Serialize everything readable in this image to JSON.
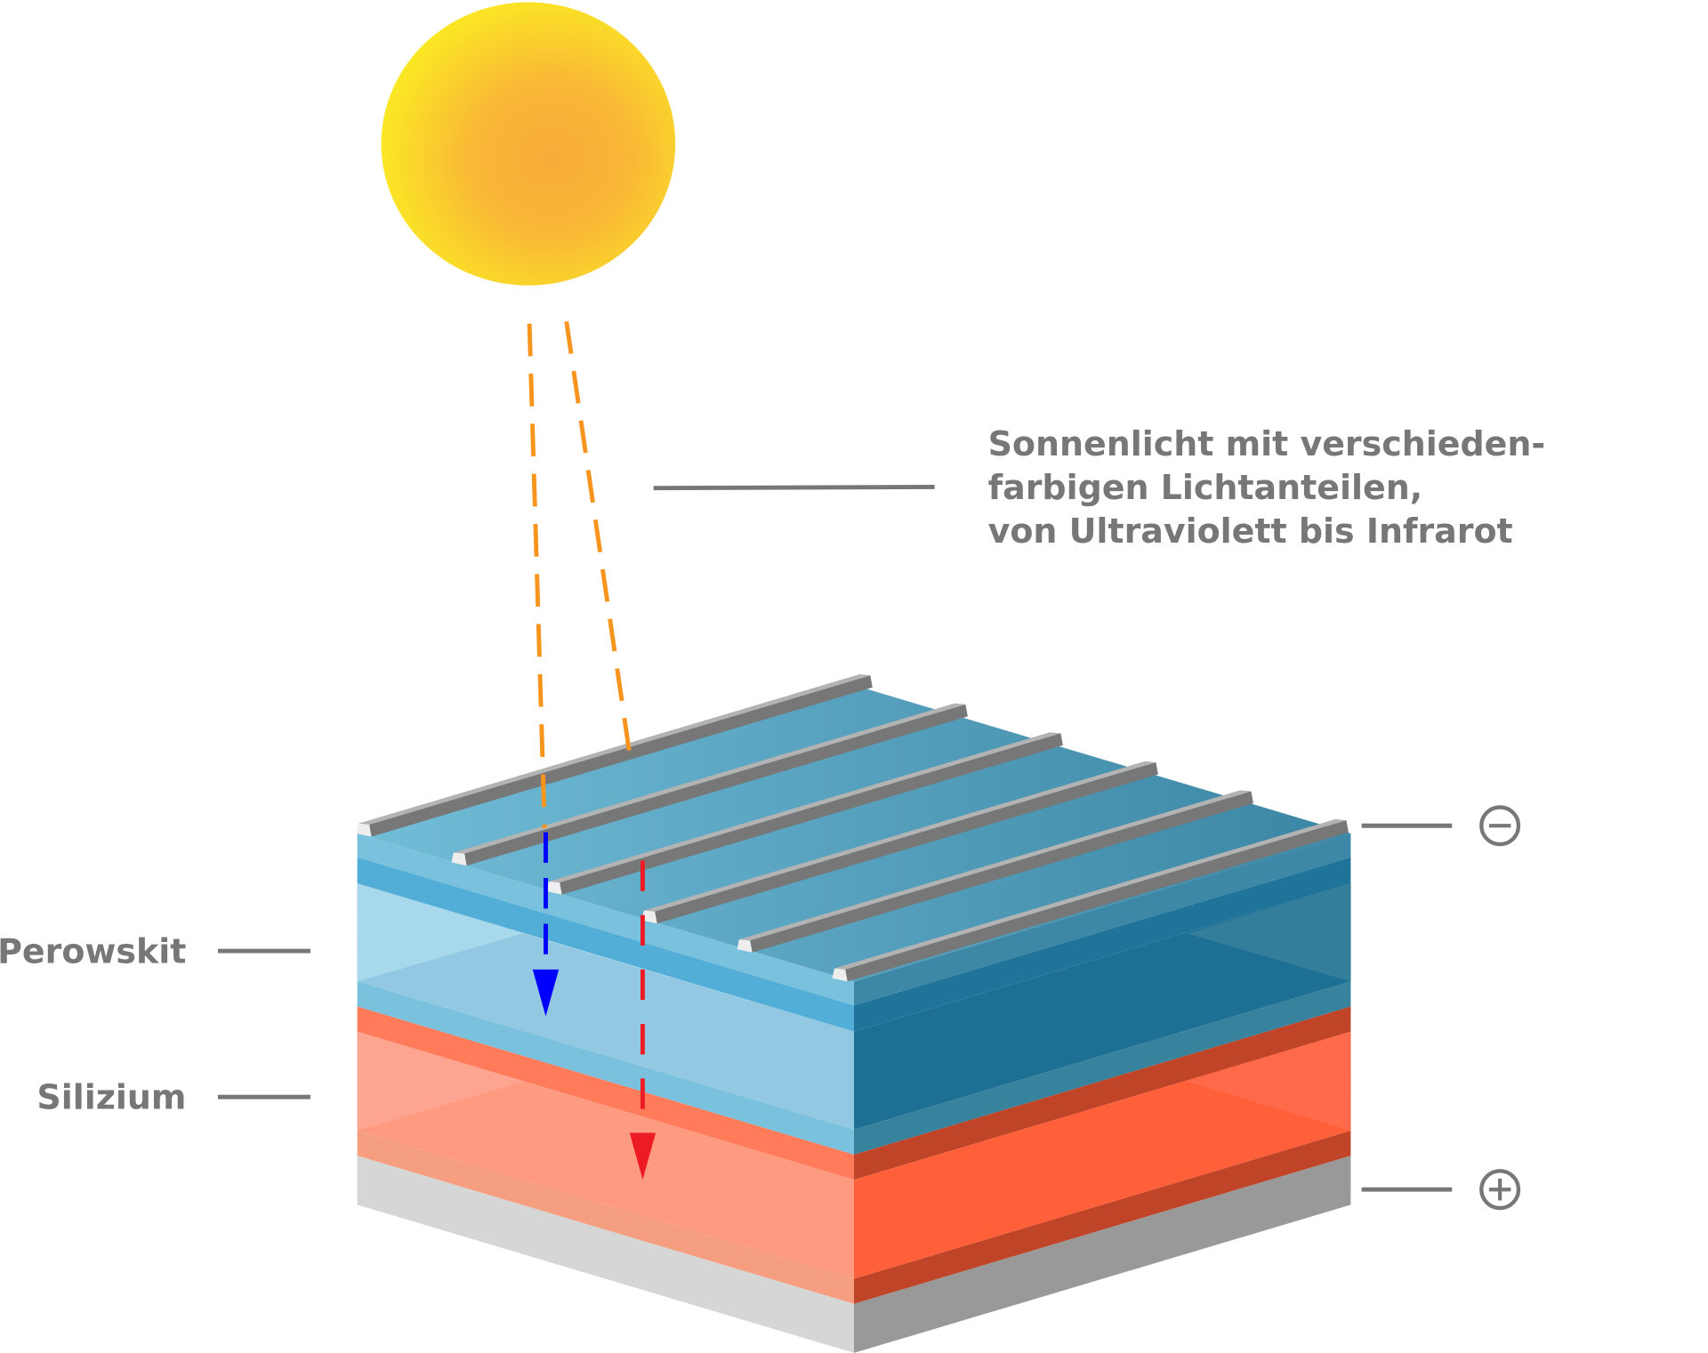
{
  "caption": {
    "lines": [
      "Sonnenlicht mit verschieden-",
      "farbigen Lichtanteilen,",
      "von Ultraviolett bis Infrarot"
    ]
  },
  "layers": {
    "perovskite": "Perowskit",
    "silicon": "Silizium"
  },
  "terminals": {
    "negative_icon": "minus-circle-icon",
    "positive_icon": "plus-circle-icon"
  },
  "colors": {
    "sun_center": "#f9ab3a",
    "sun_edge": "#fbe923",
    "sunlight_ray": "#f7941d",
    "blue_light": "#0000ff",
    "red_light": "#ed1c24",
    "label": "#777777"
  },
  "contact_fingers": 6
}
